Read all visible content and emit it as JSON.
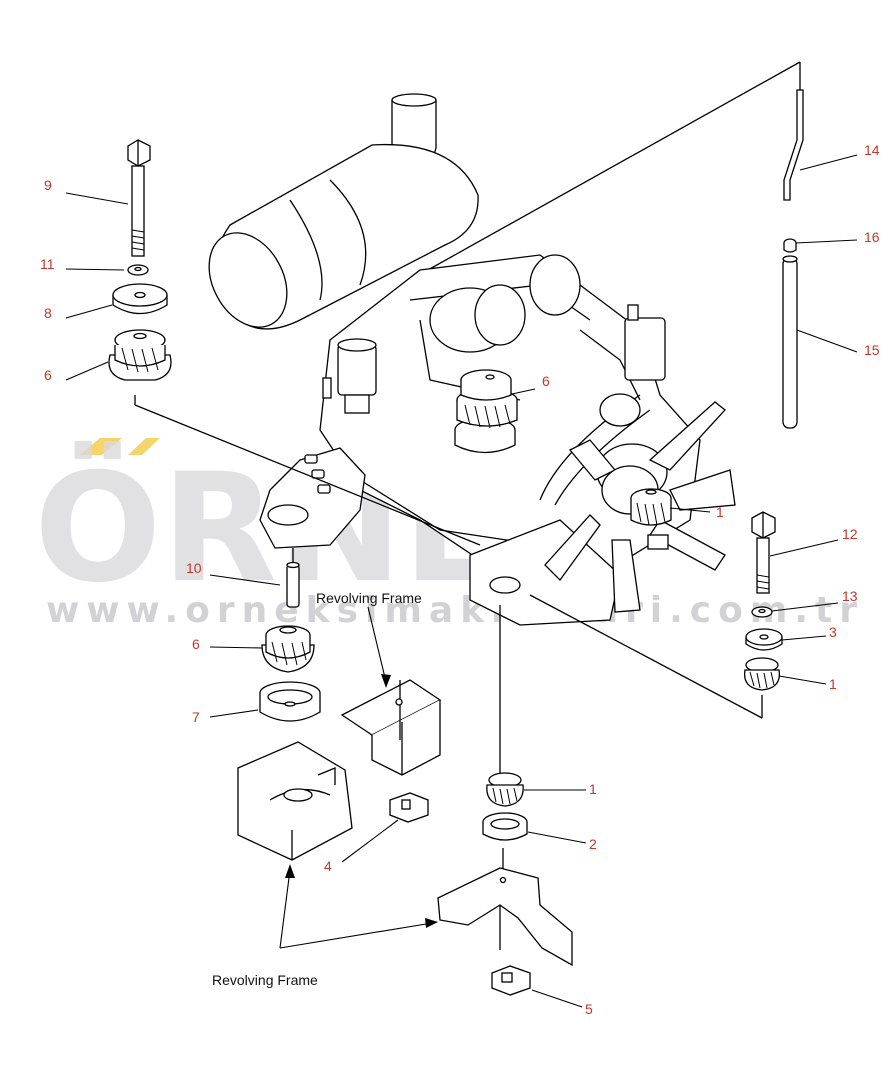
{
  "watermark": {
    "brand": "ÖRNEK",
    "url": "www.orneksimakinalari.com.tr",
    "accent_color": "#f5d46a",
    "text_color": "#d8d8dc"
  },
  "captions": {
    "upper": "Revolving Frame",
    "lower": "Revolving Frame"
  },
  "callouts": {
    "c9": "9",
    "c11": "11",
    "c8": "8",
    "c6a": "6",
    "c6b": "6",
    "c14": "14",
    "c16": "16",
    "c15": "15",
    "c1a": "1",
    "c12": "12",
    "c13": "13",
    "c3": "3",
    "c1b": "1",
    "c10": "10",
    "c6c": "6",
    "c7": "7",
    "c4": "4",
    "c1c": "1",
    "c2": "2",
    "c5": "5"
  },
  "colors": {
    "callout": "#c0392b",
    "line": "#000000"
  }
}
